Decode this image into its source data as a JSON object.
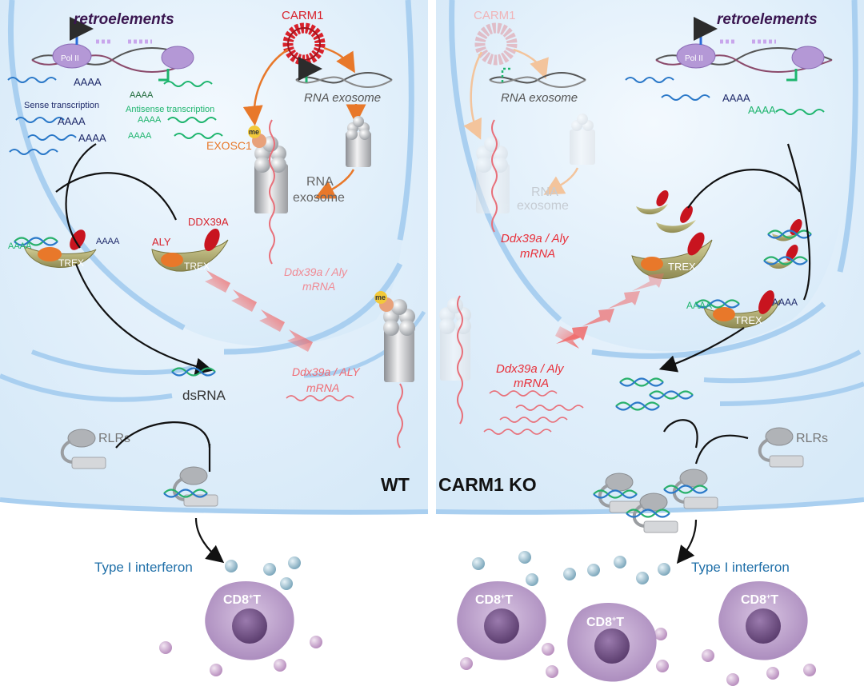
{
  "left": {
    "retroelements": "retroelements",
    "pol": "Pol II",
    "sense": "Sense transcription",
    "antisense": "Antisense transcription",
    "polya": "AAAA",
    "carm1": "CARM1",
    "rna_exosome_italic": "RNA exosome",
    "me": "me",
    "exosc1": "EXOSC1",
    "rna": "RNA",
    "exosome": "exosome",
    "ddx39a": "DDX39A",
    "aly": "ALY",
    "trex": "TREX",
    "mrna_nuc_1": "Ddx39a / Aly",
    "mrna_nuc_2": "mRNA",
    "mrna_cyt_1": "Ddx39a / ALY",
    "mrna_cyt_2": "mRNA",
    "dsrna": "dsRNA",
    "rlrs": "RLRs",
    "wt": "WT",
    "interferon": "Type I interferon",
    "cd8": "CD8",
    "cd8_sup": "+",
    "cd8_t": "T"
  },
  "right": {
    "retroelements": "retroelements",
    "pol": "Pol II",
    "polya": "AAAA",
    "carm1": "CARM1",
    "rna_exosome_italic": "RNA exosome",
    "rna": "RNA",
    "exosome": "exosome",
    "trex": "TREX",
    "mrna_nuc_1": "Ddx39a / Aly",
    "mrna_nuc_2": "mRNA",
    "mrna_cyt_1": "Ddx39a / Aly",
    "mrna_cyt_2": "mRNA",
    "rlrs": "RLRs",
    "ko": "CARM1 KO",
    "interferon": "Type I interferon",
    "cd8": "CD8",
    "cd8_sup": "+",
    "cd8_t": "T"
  },
  "colors": {
    "carm1_red": "#d8212b",
    "exosc1_orange": "#e8782a",
    "mrna_pink": "#e8707a",
    "interferon_blue": "#1f6fa8",
    "cell_bg": "#dfeefa",
    "membrane_blue": "#a9cff0",
    "trex_olive": "#b9b57a",
    "cd8_purple": "#b497c4"
  }
}
